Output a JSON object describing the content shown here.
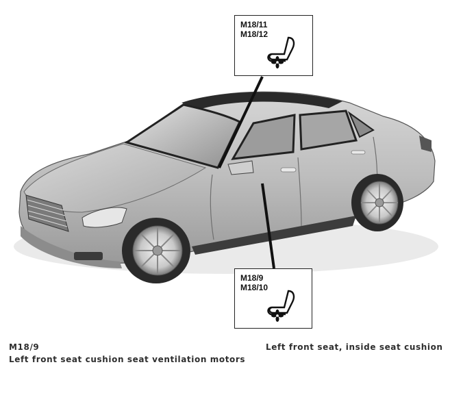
{
  "callouts": {
    "top": {
      "line1": "M18/11",
      "line2": "M18/12",
      "icon": "ventilated-seat-icon"
    },
    "bottom": {
      "line1": "M18/9",
      "line2": "M18/10",
      "icon": "ventilated-seat-icon"
    }
  },
  "caption": {
    "component_code": "M18/9",
    "component_description": "Left front seat cushion seat ventilation motors",
    "location": "Left front seat, inside seat cushion"
  },
  "vehicle": {
    "icon": "sedan-car-illustration",
    "body_color": "#b9b9b9"
  }
}
